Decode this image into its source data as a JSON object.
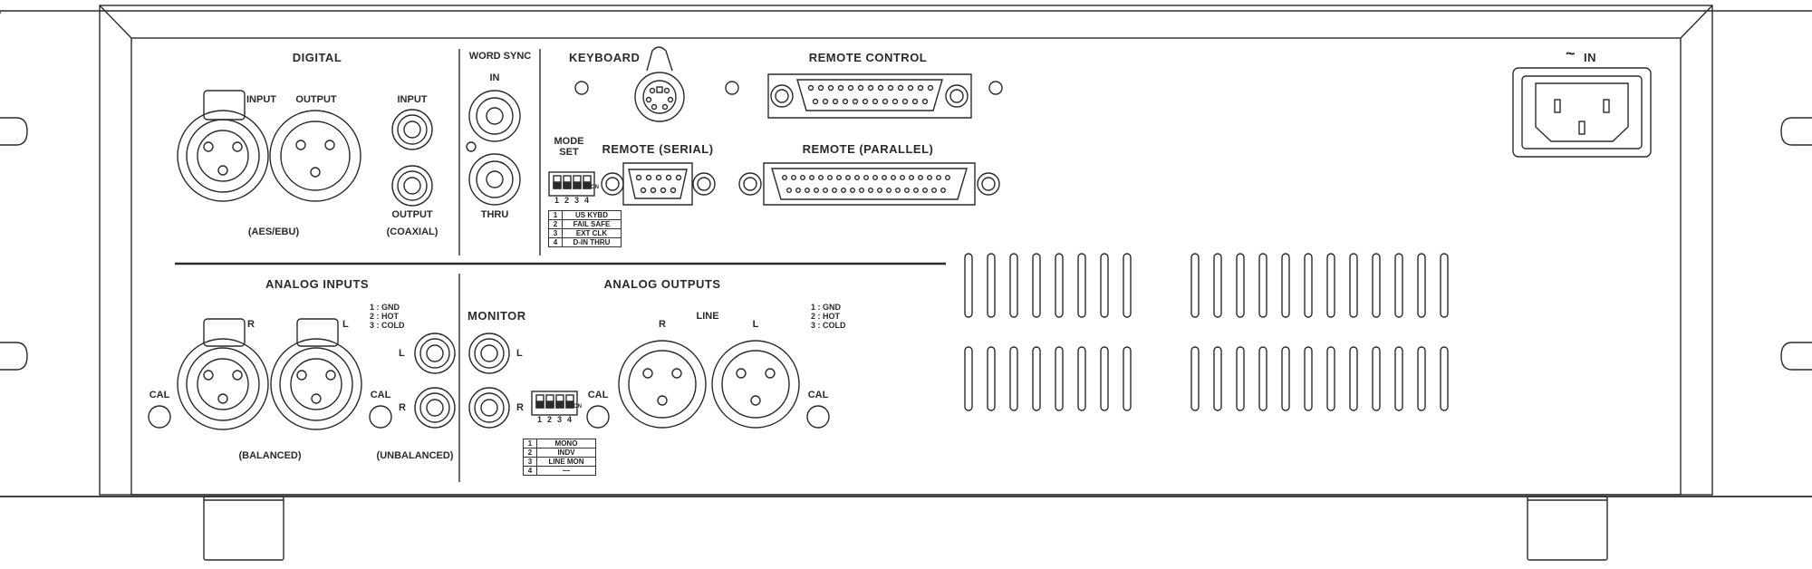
{
  "digital": {
    "title": "DIGITAL",
    "xlr_input": "INPUT",
    "xlr_output": "OUTPUT",
    "coax_input": "INPUT",
    "coax_output": "OUTPUT",
    "aes_ebu": "(AES/EBU)",
    "coaxial": "(COAXIAL)"
  },
  "word_sync": {
    "title": "WORD SYNC",
    "in": "IN",
    "thru": "THRU"
  },
  "keyboard": {
    "title": "KEYBOARD"
  },
  "remote_control": {
    "title": "REMOTE CONTROL"
  },
  "mode_set": {
    "title_line1": "MODE",
    "title_line2": "SET",
    "dip_numbers": [
      "1",
      "2",
      "3",
      "4"
    ],
    "dip_on": "ON",
    "table": [
      {
        "n": "1",
        "label": "US KYBD"
      },
      {
        "n": "2",
        "label": "FAIL SAFE"
      },
      {
        "n": "3",
        "label": "EXT CLK"
      },
      {
        "n": "4",
        "label": "D-IN THRU"
      }
    ]
  },
  "remote_serial": {
    "title": "REMOTE (SERIAL)"
  },
  "remote_parallel": {
    "title": "REMOTE (PARALLEL)"
  },
  "power": {
    "symbol": "~",
    "title": "IN"
  },
  "analog_inputs": {
    "title": "ANALOG INPUTS",
    "r": "R",
    "l": "L",
    "pins": [
      "1 : GND",
      "2 : HOT",
      "3 : COLD"
    ],
    "cal_left": "CAL",
    "cal_right": "CAL",
    "rca_l": "L",
    "rca_r": "R",
    "balanced": "(BALANCED)",
    "unbalanced": "(UNBALANCED)"
  },
  "monitor": {
    "title": "MONITOR",
    "l": "L",
    "r": "R",
    "dip_numbers": [
      "1",
      "2",
      "3",
      "4"
    ],
    "dip_on": "ON",
    "table": [
      {
        "n": "1",
        "label": "MONO"
      },
      {
        "n": "2",
        "label": "INDV"
      },
      {
        "n": "3",
        "label": "LINE MON"
      },
      {
        "n": "4",
        "label": "—"
      }
    ]
  },
  "analog_outputs": {
    "title": "ANALOG OUTPUTS",
    "line": "LINE",
    "r": "R",
    "l": "L",
    "pins": [
      "1 : GND",
      "2 : HOT",
      "3 : COLD"
    ],
    "cal_left": "CAL",
    "cal_right": "CAL"
  }
}
